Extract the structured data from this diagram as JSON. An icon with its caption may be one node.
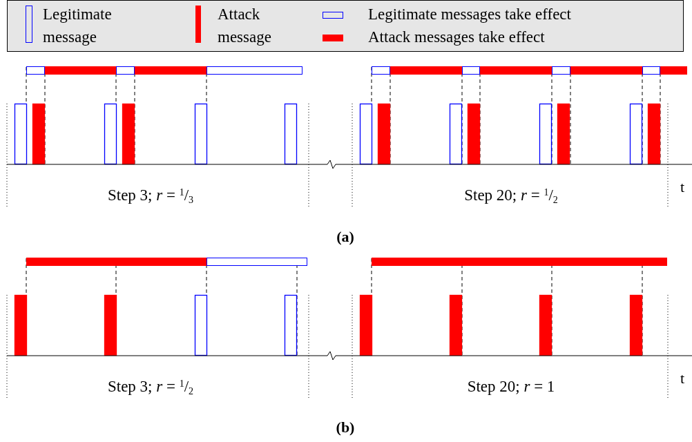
{
  "diagram": {
    "labels": [
      "Step 3; *r* = $^{1}$/$_{3}$",
      "Step 20; *r* = $^{1}$/$_{2}$",
      "t",
      "(a)",
      "Step 3; *r* = $^{1}$/$_{2}$",
      "Step 20; *r* = 1",
      "t",
      "(b)"
    ],
    "legend": [
      {
        "text": "Legitimate message"
      },
      {
        "text": "Attack message",
        "color": "#ff0000"
      },
      {
        "text": "Legitimate messages take effect"
      },
      {
        "text": "Attack messages take effect",
        "color": "#ff0000"
      }
    ]
  }
}
